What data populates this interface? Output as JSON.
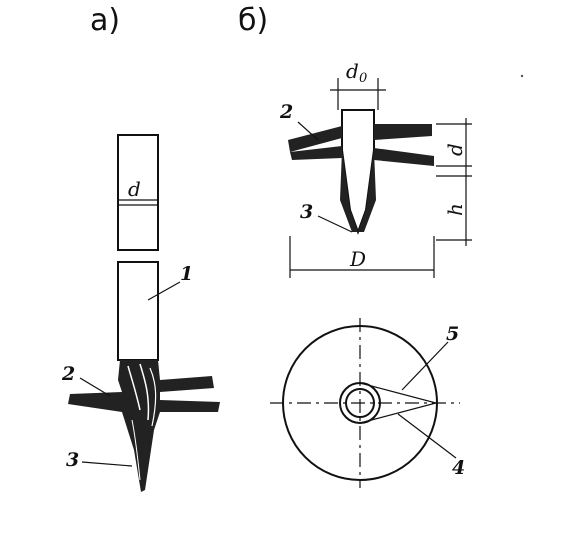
{
  "panels": {
    "a": "а)",
    "b": "б)"
  },
  "panel_a": {
    "dim_d": "d",
    "callout_1": "1",
    "callout_2": "2",
    "callout_3": "3"
  },
  "panel_b": {
    "dim_d0": "d",
    "dim_d0_sub": "0",
    "dim_d": "d",
    "dim_h": "h",
    "dim_D": "D",
    "callout_2": "2",
    "callout_3": "3",
    "callout_4": "4",
    "callout_5": "5"
  }
}
